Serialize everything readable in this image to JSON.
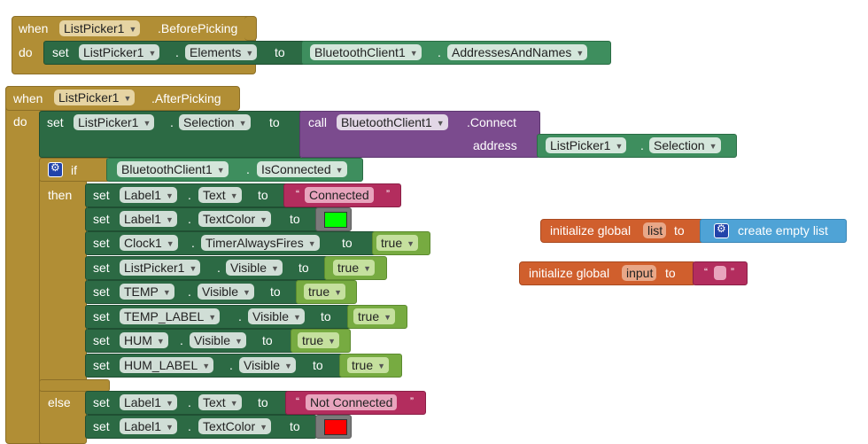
{
  "kw": {
    "when": "when",
    "do": "do",
    "set": "set",
    "to": "to",
    "dot": ".",
    "call": "call",
    "if": "if",
    "then": "then",
    "else": "else",
    "address": "address",
    "init_global": "initialize global",
    "create_empty_list": "create empty list",
    "quote_open": "“",
    "quote_close": "”"
  },
  "before": {
    "component": "ListPicker1",
    "event": ".BeforePicking",
    "target": "ListPicker1",
    "property": "Elements",
    "src_component": "BluetoothClient1",
    "src_property": "AddressesAndNames"
  },
  "after": {
    "component": "ListPicker1",
    "event": ".AfterPicking",
    "target": "ListPicker1",
    "property": "Selection",
    "call_component": "BluetoothClient1",
    "method": ".Connect",
    "addr_component": "ListPicker1",
    "addr_property": "Selection"
  },
  "cond": {
    "component": "BluetoothClient1",
    "property": "IsConnected"
  },
  "then_rows": [
    {
      "component": "Label1",
      "property": "Text",
      "value": "Connected"
    },
    {
      "component": "Label1",
      "property": "TextColor",
      "color": "#00FF00"
    },
    {
      "component": "Clock1",
      "property": "TimerAlwaysFires",
      "value": "true"
    },
    {
      "component": "ListPicker1",
      "property": "Visible",
      "value": "true"
    },
    {
      "component": "TEMP",
      "property": "Visible",
      "value": "true"
    },
    {
      "component": "TEMP_LABEL",
      "property": "Visible",
      "value": "true"
    },
    {
      "component": "HUM",
      "property": "Visible",
      "value": "true"
    },
    {
      "component": "HUM_LABEL",
      "property": "Visible",
      "value": "true"
    }
  ],
  "else_rows": [
    {
      "component": "Label1",
      "property": "Text",
      "value": "Not Connected"
    },
    {
      "component": "Label1",
      "property": "TextColor",
      "color": "#FF0000"
    }
  ],
  "globals": [
    {
      "name": "list"
    },
    {
      "name": "input"
    }
  ]
}
